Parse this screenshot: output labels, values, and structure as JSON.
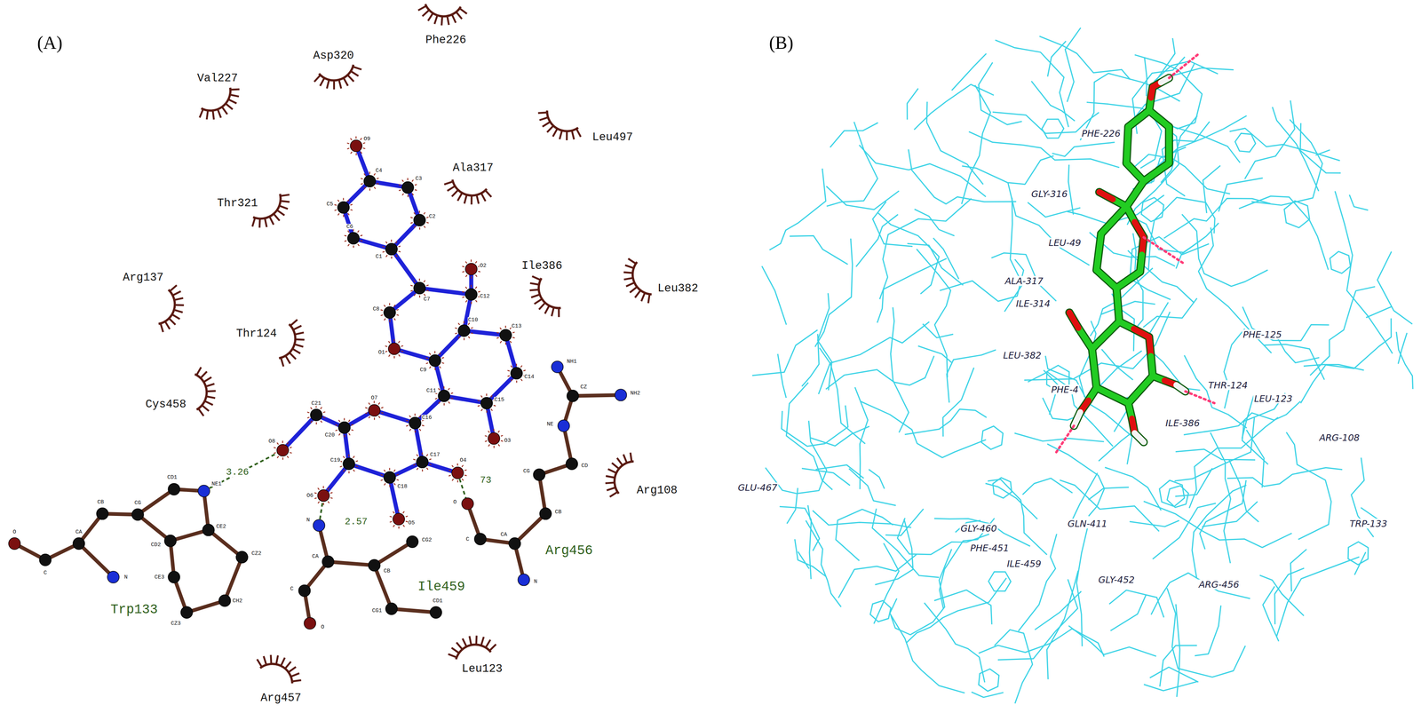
{
  "diagram": {
    "labels": [
      "(A)",
      "Val227",
      "Asp320",
      "Phe226",
      "Leu497",
      "Ala317",
      "Thr321",
      "Arg137",
      "Ile386",
      "Leu382",
      "Thr124",
      "Cys458",
      "Arg108",
      "Arg457",
      "Leu123",
      "Trp133",
      "Ile459",
      "Arg456",
      "3.26",
      "2.57",
      "73",
      "C4",
      "O9",
      "C3",
      "C2",
      "C1",
      "C6",
      "C5",
      "C7",
      "C8",
      "O1",
      "C9",
      "C10",
      "C12",
      "O2",
      "C13",
      "C14",
      "C11",
      "C15",
      "O3",
      "C16",
      "O7",
      "C20",
      "C21",
      "O8",
      "C19",
      "O6",
      "C18",
      "O5",
      "C17",
      "O4",
      "O",
      "C",
      "CA",
      "N",
      "CB",
      "CG",
      "CD1",
      "NE1",
      "CE2",
      "CD2",
      "CE3",
      "CZ3",
      "CH2",
      "CZ2",
      "N",
      "CA",
      "C",
      "O",
      "CB",
      "CG2",
      "CG1",
      "CD1",
      "O",
      "C",
      "CA",
      "N",
      "CB",
      "CG",
      "CD",
      "NE",
      "CZ",
      "NH1",
      "NH2",
      "(B)",
      "PHE-226",
      "GLY-316",
      "LEU-49",
      "ALA-317",
      "ILE-314",
      "LEU-382",
      "PHE-125",
      "THR-124",
      "LEU-123",
      "ILE-386",
      "PHE-4",
      "ARG-108",
      "GLU-467",
      "GLY-460",
      "GLN-411",
      "PHE-451",
      "ILE-459",
      "GLY-452",
      "ARG-456",
      "TRP-133"
    ]
  }
}
